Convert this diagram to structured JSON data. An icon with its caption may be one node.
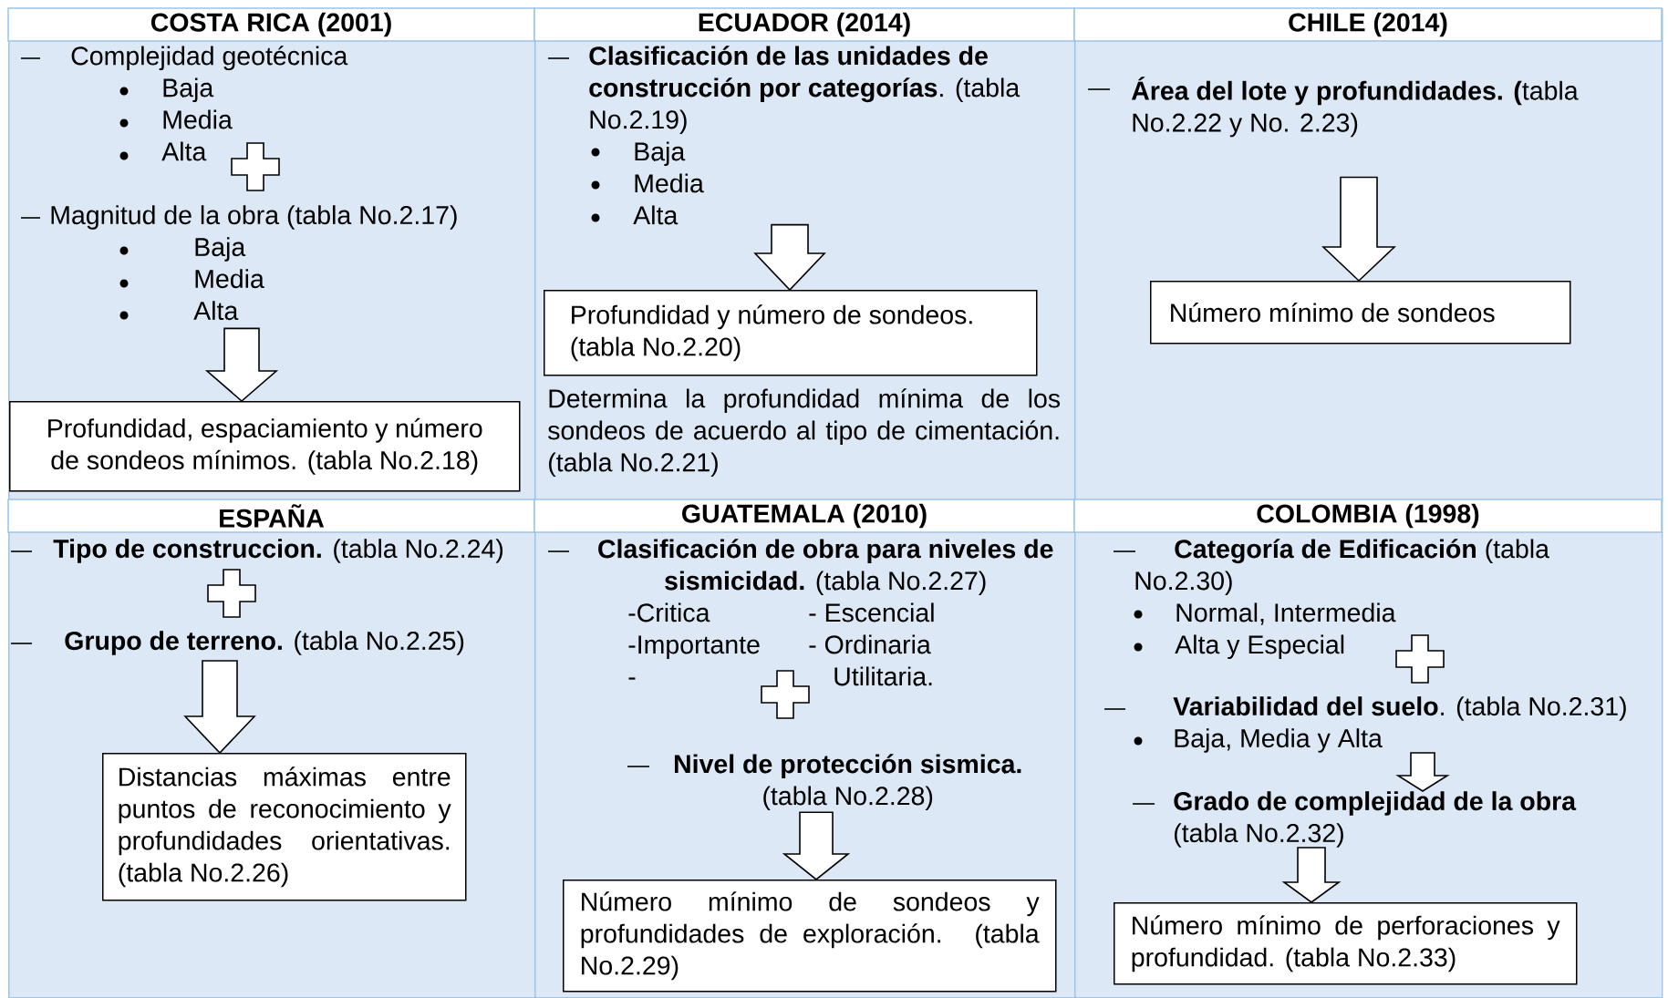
{
  "diagram": {
    "nodes": [
      {
        "text": [
          "COSTA RICA (2001)"
        ]
      },
      {
        "text": [
          "Complejidad geotécnica",
          "Baja",
          "Media",
          "Alta"
        ],
        "in": 0
      },
      {
        "text": [
          "Magnitud de la obra (tabla No.2.17)",
          "Baja",
          "Media",
          "Alta"
        ],
        "in": 0
      },
      {
        "text": [
          "Profundidad, espaciamiento y número de sondeos mínimos. (tabla No.2.18)"
        ],
        "in": 0
      },
      {
        "text": [
          "ECUADOR (2014)"
        ]
      },
      {
        "text": [
          "**Clasificación de las unidades de construcción por categorías**. (tabla No.2.19)",
          "Baja",
          "Media",
          "Alta"
        ],
        "in": 4
      },
      {
        "text": [
          "Profundidad y número de sondeos. (tabla No.2.20)"
        ],
        "in": 4
      },
      {
        "text": [
          "CHILE (2014)"
        ]
      },
      {
        "text": [
          "**Área del lote y profundidades. (**tabla No.2.22 y No. 2.23)"
        ],
        "in": 7
      },
      {
        "text": [
          "Número mínimo de sondeos"
        ],
        "in": 7
      },
      {
        "text": [
          "ESPAÑA"
        ]
      },
      {
        "text": [
          "**Tipo de construccion.** (tabla No.2.24)"
        ],
        "in": 10
      },
      {
        "text": [
          "**Grupo de terreno.** (tabla No.2.25)"
        ],
        "in": 10
      },
      {
        "text": [
          "Distancias máximas entre puntos de reconocimiento y profundidades orientativas. (tabla No.2.26)"
        ],
        "in": 10
      },
      {
        "text": [
          "GUATEMALA (2010)"
        ]
      },
      {
        "text": [
          "**Clasificación de obra para niveles de sismicidad.** (tabla No.2.27)",
          "-Critica",
          "- Escencial",
          "-Importante",
          "- Ordinaria",
          "-",
          "Utilitaria."
        ],
        "in": 14
      },
      {
        "text": [
          "**Nivel de protección sismica.** (tabla No.2.28)"
        ],
        "in": 14
      },
      {
        "text": [
          "Número mínimo de sondeos y profundidades de exploración. (tabla No.2.29)"
        ],
        "in": 14
      },
      {
        "text": [
          "COLOMBIA (1998)"
        ]
      },
      {
        "text": [
          "**Categoría de Edificación** (tabla No.2.30)",
          "Normal, Intermedia",
          "Alta y Especial"
        ],
        "in": 18
      },
      {
        "text": [
          "**Variabilidad del suelo**. (tabla No.2.31)",
          "Baja, Media y Alta"
        ],
        "in": 18
      },
      {
        "text": [
          "**Grado de complejidad de la obra** (tabla No.2.32)"
        ],
        "in": 18
      },
      {
        "text": [
          "Número mínimo de perforaciones y profundidad. (tabla No.2.33)"
        ],
        "in": 18
      }
    ],
    "edges": [
      {
        "from": 2,
        "to": 3,
        "arrow": "to"
      },
      {
        "from": 5,
        "to": 6,
        "arrow": "to"
      },
      {
        "from": 8,
        "to": 9,
        "arrow": "to"
      },
      {
        "from": 12,
        "to": 13,
        "arrow": "to"
      },
      {
        "from": 16,
        "to": 17,
        "arrow": "to"
      },
      {
        "from": 20,
        "to": 21,
        "arrow": "to"
      },
      {
        "from": 21,
        "to": 22,
        "arrow": "to"
      }
    ],
    "labels": [
      "Determina la profundidad mínima de los sondeos de acuerdo al tipo de cimentación. (tabla No.2.21)"
    ]
  }
}
